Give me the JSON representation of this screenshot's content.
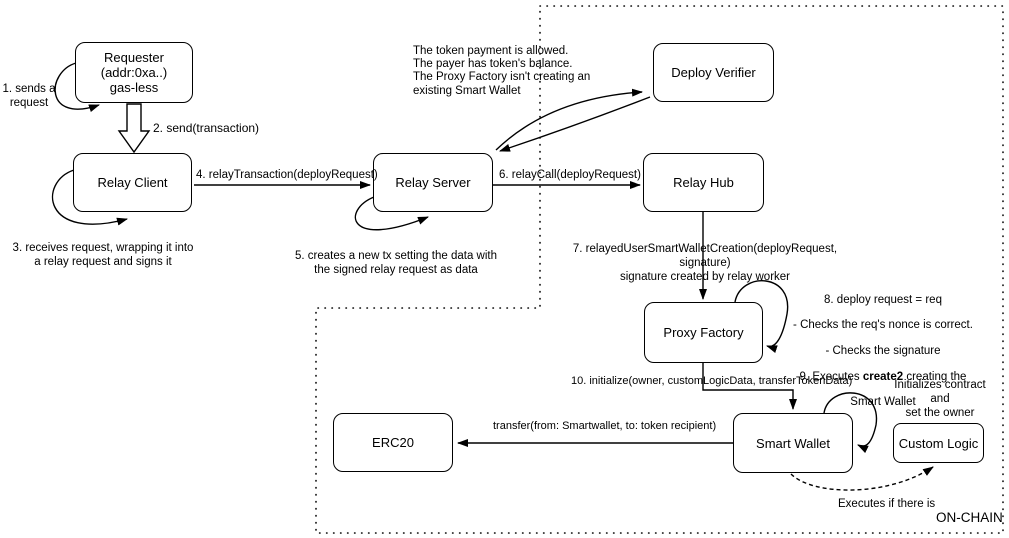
{
  "diagram": {
    "onchain_label": "ON-CHAIN",
    "nodes": {
      "requester": {
        "line1": "Requester",
        "line2": "(addr:0xa..)",
        "line3": "gas-less"
      },
      "relay_client": "Relay Client",
      "relay_server": "Relay Server",
      "deploy_verifier": "Deploy Verifier",
      "relay_hub": "Relay Hub",
      "proxy_factory": "Proxy Factory",
      "smart_wallet": "Smart Wallet",
      "erc20": "ERC20",
      "custom_logic": "Custom Logic"
    },
    "labels": {
      "step1": "1. sends a\nrequest",
      "step2": "2. send(transaction)",
      "step3": "3. receives request, wrapping it into\na relay request and signs it",
      "step4": "4. relayTransaction(deployRequest)",
      "step5": "5. creates a new tx setting the data with\nthe signed relay request as data",
      "step6": "6. relayCall(deployRequest)",
      "step7": "7. relayedUserSmartWalletCreation(deployRequest, signature)\nsignature created by relay worker",
      "step8_line1": "8. deploy request = req",
      "step8_line2": "- Checks the req's nonce is correct.",
      "step8_line3": "- Checks the signature",
      "step9_pre": "9. Executes",
      "step9_bold": "create2",
      "step9_post": "creating the",
      "step9_line2": "Smart Wallet",
      "step10": "10. initialize(owner, customLogicData, transferTokenData)",
      "verifier_note": "The token payment is allowed.\nThe payer has token's balance.\nThe Proxy Factory isn't creating an\nexisting Smart Wallet",
      "init_note": "Initializes contract and\nset the owner",
      "transfer_call": "transfer(from: Smartwallet, to: token recipient)",
      "executes_note": "Executes if there is"
    },
    "colors": {
      "line": "#000000",
      "box_fill": "#ffffff",
      "box_border": "#000000",
      "text": "#000000",
      "background": "#ffffff"
    }
  }
}
